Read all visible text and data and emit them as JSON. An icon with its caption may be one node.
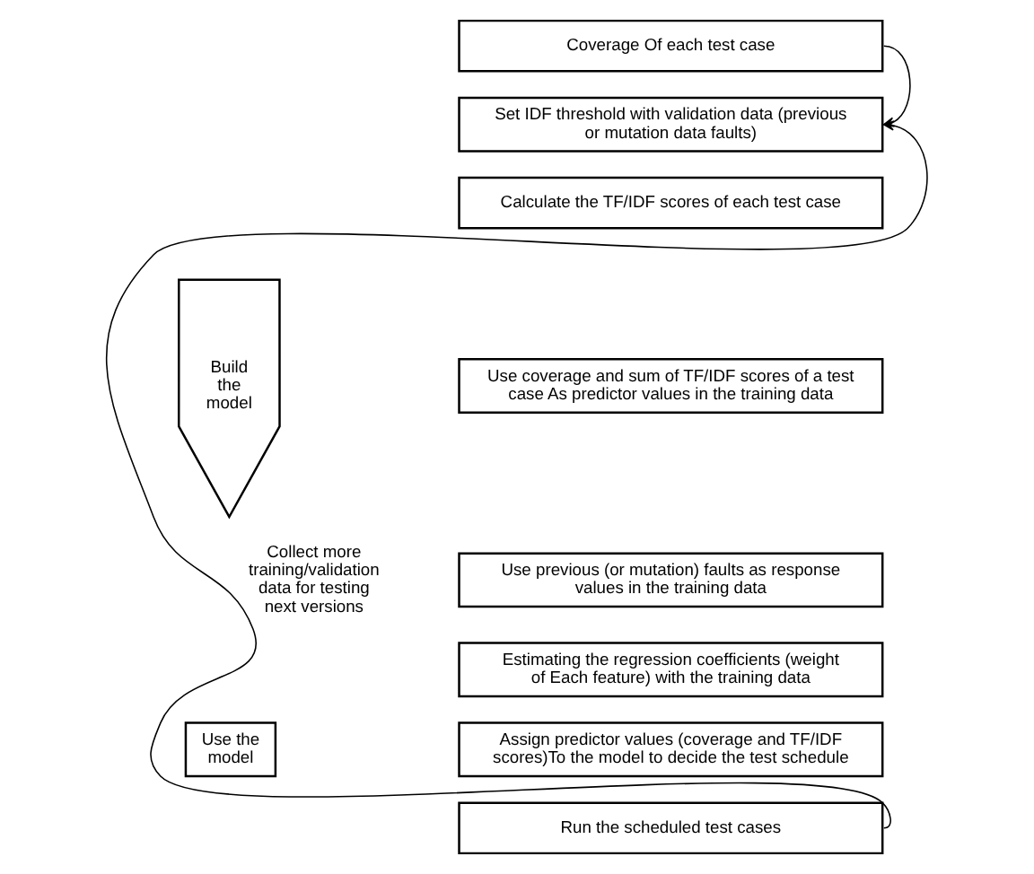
{
  "diagram": {
    "nodes": [
      {
        "text": [
          "Coverage Of each test case"
        ]
      },
      {
        "text": [
          "Set IDF threshold with validation data (previous or mutation data faults)"
        ]
      },
      {
        "text": [
          "Build the model"
        ]
      },
      {
        "text": [
          "Calculate the TF/IDF scores of each test case"
        ]
      },
      {
        "text": [
          "Use coverage and sum of TF/IDF scores of a test case As predictor values in the training data"
        ]
      },
      {
        "text": [
          "Use previous (or mutation) faults as response values in the training data"
        ]
      },
      {
        "text": [
          "Estimating the regression coefficients (weight of Each feature) with the training data"
        ]
      },
      {
        "text": [
          "Use the model"
        ]
      },
      {
        "text": [
          "Assign predictor values (coverage and TF/IDF scores)To the model to decide the test schedule"
        ]
      },
      {
        "text": [
          "Run the scheduled test cases"
        ]
      }
    ],
    "edges": [
      {
        "from": 0,
        "to": 1,
        "arrow": "to"
      },
      {
        "from": 9,
        "to": 1,
        "arrow": "to",
        "label": "Collect more training/validation data for testing next versions"
      }
    ]
  }
}
